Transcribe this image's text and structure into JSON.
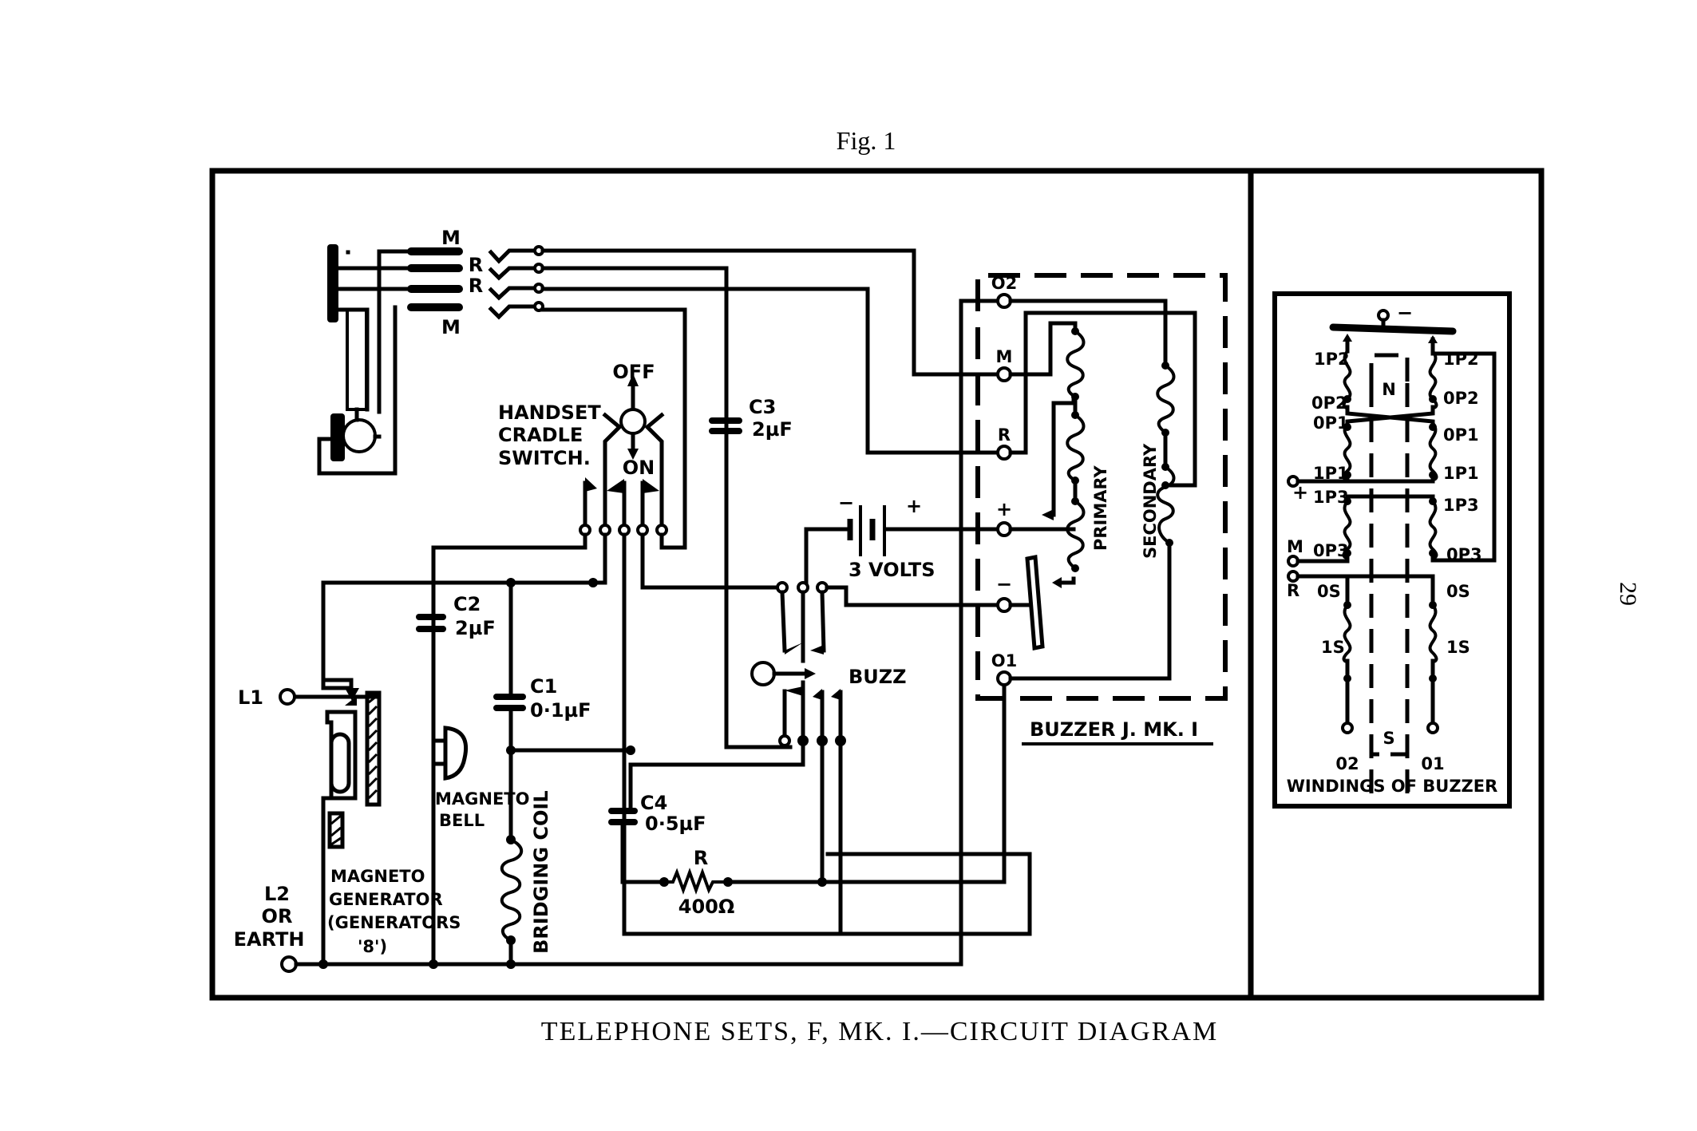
{
  "figure": {
    "label": "Fig. 1",
    "caption": "TELEPHONE SETS, F, MK. I.—CIRCUIT DIAGRAM",
    "page_number": "29"
  },
  "handset": {
    "contacts": [
      "M",
      "R",
      "R",
      "M"
    ]
  },
  "cradle_switch": {
    "label_lines": [
      "HANDSET",
      "CRADLE",
      "SWITCH."
    ],
    "off_label": "OFF",
    "on_label": "ON"
  },
  "components": {
    "c3": {
      "name": "C3",
      "value": "2µF"
    },
    "c2": {
      "name": "C2",
      "value": "2µF"
    },
    "c1": {
      "name": "C1",
      "value": "0·1µF"
    },
    "c4": {
      "name": "C4",
      "value": "0·5µF"
    },
    "resistor": {
      "name": "R",
      "value": "400Ω"
    },
    "battery": {
      "neg": "−",
      "pos": "+",
      "value": "3 VOLTS"
    },
    "buzz_key": "BUZZ",
    "magneto_bell": [
      "MAGNETO",
      "BELL"
    ],
    "bridging_coil": "BRIDGING COIL",
    "magneto_generator": [
      "MAGNETO",
      "GENERATOR",
      "(GENERATORS",
      "'8')"
    ]
  },
  "lines": {
    "l1": "L1",
    "l2": [
      "L2",
      "OR",
      "EARTH"
    ]
  },
  "buzzer": {
    "title": "BUZZER J. MK. I",
    "terminals": [
      "O2",
      "M",
      "R",
      "+",
      "−",
      "O1"
    ],
    "primary_label": "PRIMARY",
    "secondary_label": "SECONDARY"
  },
  "windings": {
    "title": "WINDINGS OF BUZZER",
    "top_terminal": "−",
    "pole_n": "N",
    "pole_s": "S",
    "left_labels": [
      "1P2",
      "0P2",
      "0P1",
      "1P1",
      "1P3",
      "0P3",
      "0S",
      "1S"
    ],
    "right_labels": [
      "1P2",
      "0P2",
      "0P1",
      "1P1",
      "1P3",
      "0P3",
      "0S",
      "1S"
    ],
    "side_terminals": [
      "+",
      "M",
      "R"
    ],
    "bottom_terminals": [
      "02",
      "01"
    ]
  }
}
